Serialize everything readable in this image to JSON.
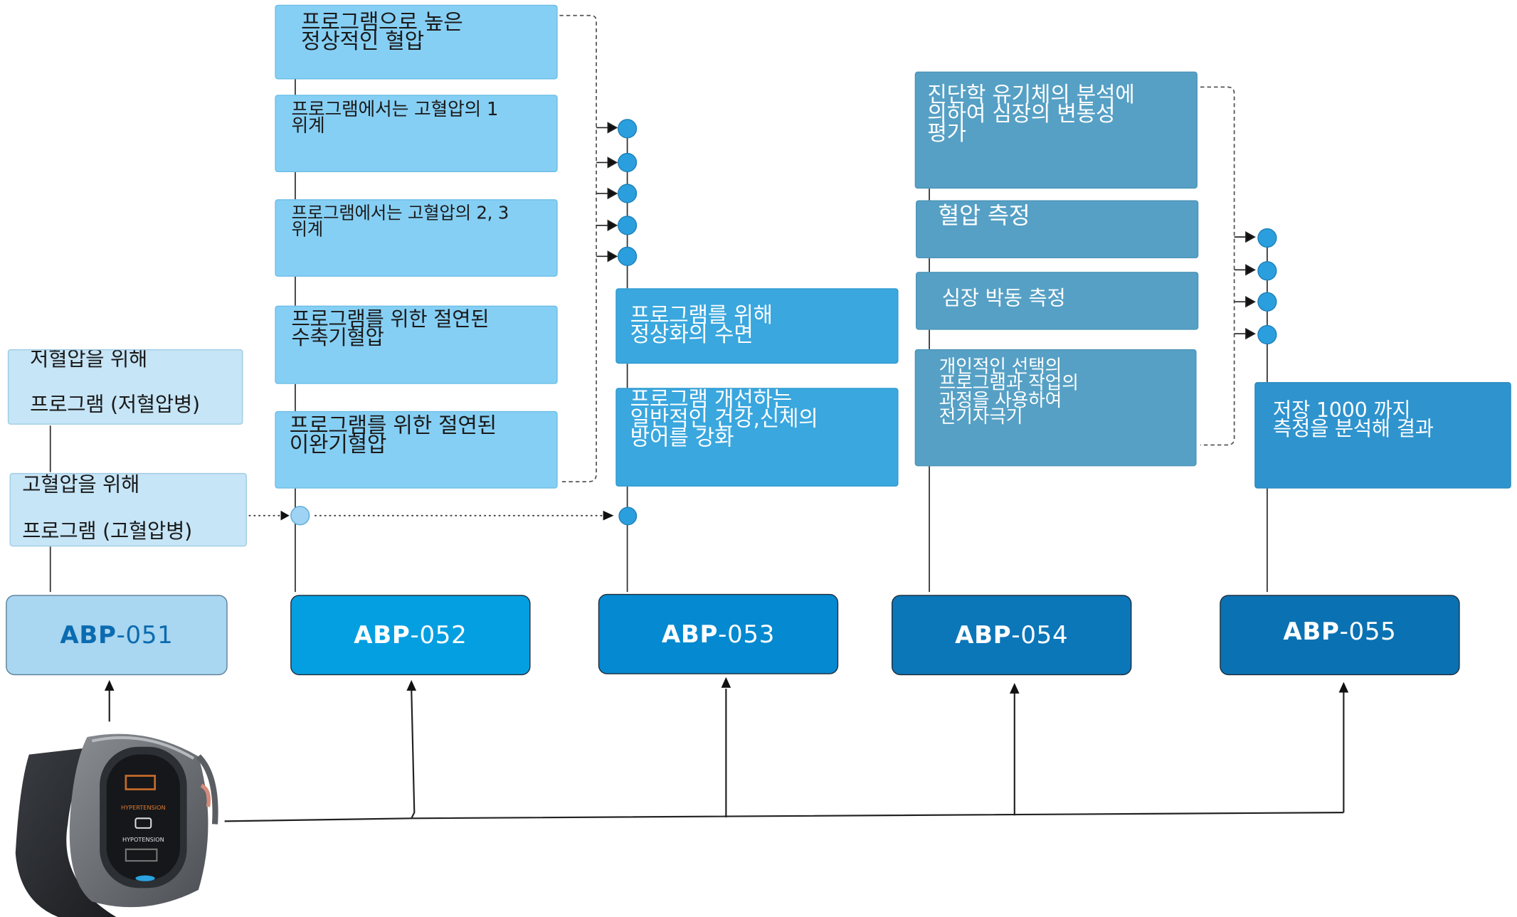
{
  "colors": {
    "col1": "#c6e5f7",
    "col2": "#86cff4",
    "col3": "#3aa7de",
    "col4": "#56a0c5",
    "col5": "#2f94ce",
    "abp1": "#a9d6f0",
    "abp2": "#049fe1",
    "abp3": "#0589d0",
    "abp4": "#0b76b8",
    "abp5": "#0a72b3",
    "dot": "#2b9fde",
    "abp1_text": "#0b6bb0"
  },
  "columns": [
    {
      "label_bold": "ABP",
      "label_num": "-051",
      "programs": [
        {
          "line1": "저혈압을 위해",
          "line2": "프로그램 (저혈압병)"
        },
        {
          "line1": "고혈압을 위해",
          "line2": "프로그램 (고혈압병)"
        }
      ]
    },
    {
      "label_bold": "ABP",
      "label_num": "-052",
      "programs": [
        {
          "line1": "프로그램으로 높은",
          "line2": "정상적인 혈압"
        },
        {
          "line1": "프로그램에서는 고혈압의 1",
          "line2": "위계"
        },
        {
          "line1": "프로그램에서는 고혈압의 2, 3",
          "line2": "위계"
        },
        {
          "line1": "프로그램를 위한 절연된",
          "line2": "수축기혈압"
        },
        {
          "line1": "프로그램를 위한 절연된",
          "line2": "이완기혈압"
        }
      ]
    },
    {
      "label_bold": "ABP",
      "label_num": "-053",
      "programs": [
        {
          "line1": "프로그램를 위해",
          "line2": "정상화의 수면"
        },
        {
          "line1": "프로그램 개선하는",
          "line2": "일반적인 건강,신체의",
          "line3": "방어를 강화"
        }
      ]
    },
    {
      "label_bold": "ABP",
      "label_num": "-054",
      "programs": [
        {
          "line1": "진단학 유기체의 분석에",
          "line2": "의하여 심장의 변동성",
          "line3": "평가"
        },
        {
          "line1": "혈압 측정"
        },
        {
          "line1": "심장 박동 측정"
        },
        {
          "line1": "개인적인 선택의",
          "line2": "프로그램과 작업의",
          "line3": "과정을 사용하여",
          "line4": "전기자극기"
        }
      ]
    },
    {
      "label_bold": "ABP",
      "label_num": "-055",
      "programs": [
        {
          "line1": "저장 1000 까지",
          "line2": "측정을 분석해 결과"
        }
      ]
    }
  ],
  "device": {
    "screen_text_1": "HYPERTENSION",
    "screen_text_2": "HYPOTENSION"
  }
}
